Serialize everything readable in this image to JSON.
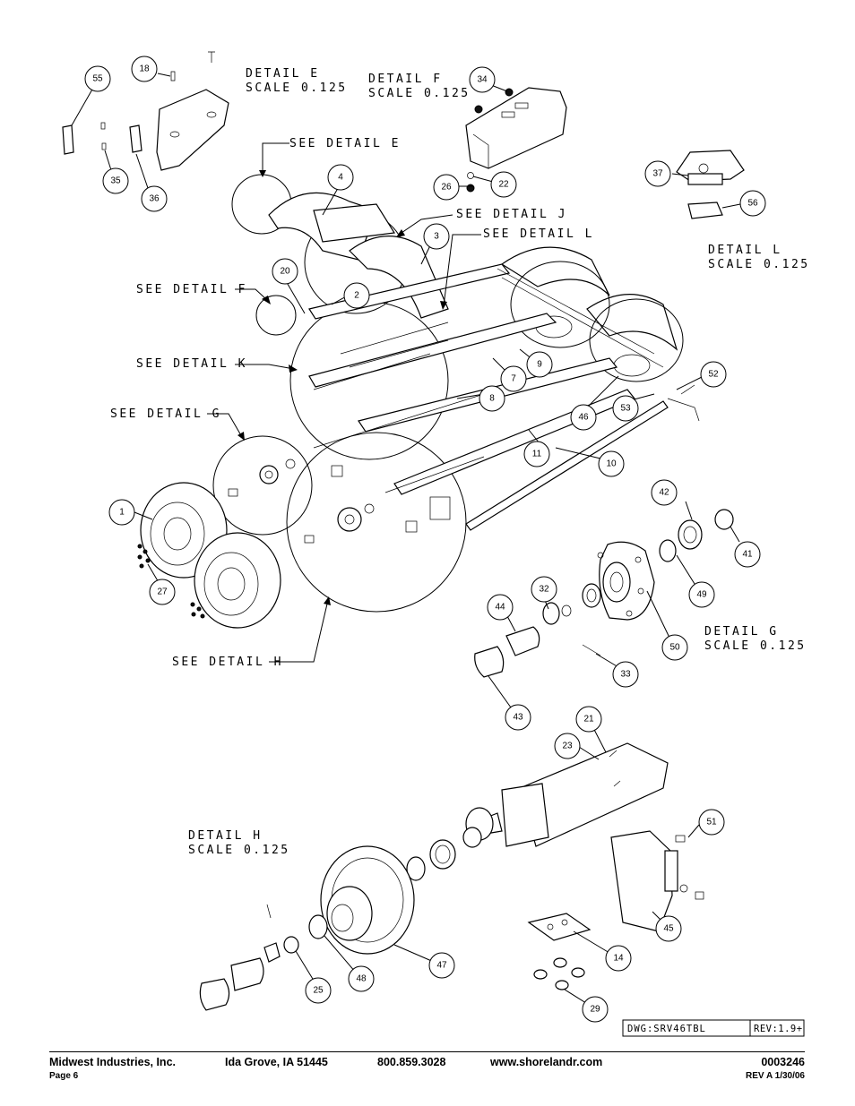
{
  "details": {
    "e": {
      "title": "DETAIL  E",
      "scale": "SCALE  0.125"
    },
    "f": {
      "title": "DETAIL  F",
      "scale": "SCALE  0.125"
    },
    "l": {
      "title": "DETAIL  L",
      "scale": "SCALE  0.125"
    },
    "g": {
      "title": "DETAIL  G",
      "scale": "SCALE  0.125"
    },
    "h": {
      "title": "DETAIL  H",
      "scale": "SCALE  0.125"
    }
  },
  "callouts": {
    "see_e": "SEE DETAIL  E",
    "see_j": "SEE DETAIL  J",
    "see_l": "SEE DETAIL  L",
    "see_f": "SEE DETAIL  F",
    "see_k": "SEE DETAIL  K",
    "see_g": "SEE DETAIL  G",
    "see_h": "SEE DETAIL  H"
  },
  "balloons": [
    "55",
    "18",
    "35",
    "36",
    "34",
    "22",
    "26",
    "37",
    "56",
    "4",
    "3",
    "20",
    "2",
    "7",
    "9",
    "8",
    "52",
    "53",
    "46",
    "11",
    "10",
    "1",
    "27",
    "42",
    "41",
    "49",
    "32",
    "44",
    "50",
    "33",
    "43",
    "21",
    "23",
    "51",
    "45",
    "14",
    "29",
    "47",
    "48",
    "25"
  ],
  "title_block": {
    "dwg": "DWG:SRV46TBL",
    "rev": "REV:1.9+"
  },
  "footer": {
    "company": "Midwest Industries, Inc.",
    "city": "Ida Grove, IA  51445",
    "phone": "800.859.3028",
    "web": "www.shorelandr.com",
    "page": "Page 6",
    "doc_number": "0003246",
    "revision": "REV A  1/30/06"
  }
}
